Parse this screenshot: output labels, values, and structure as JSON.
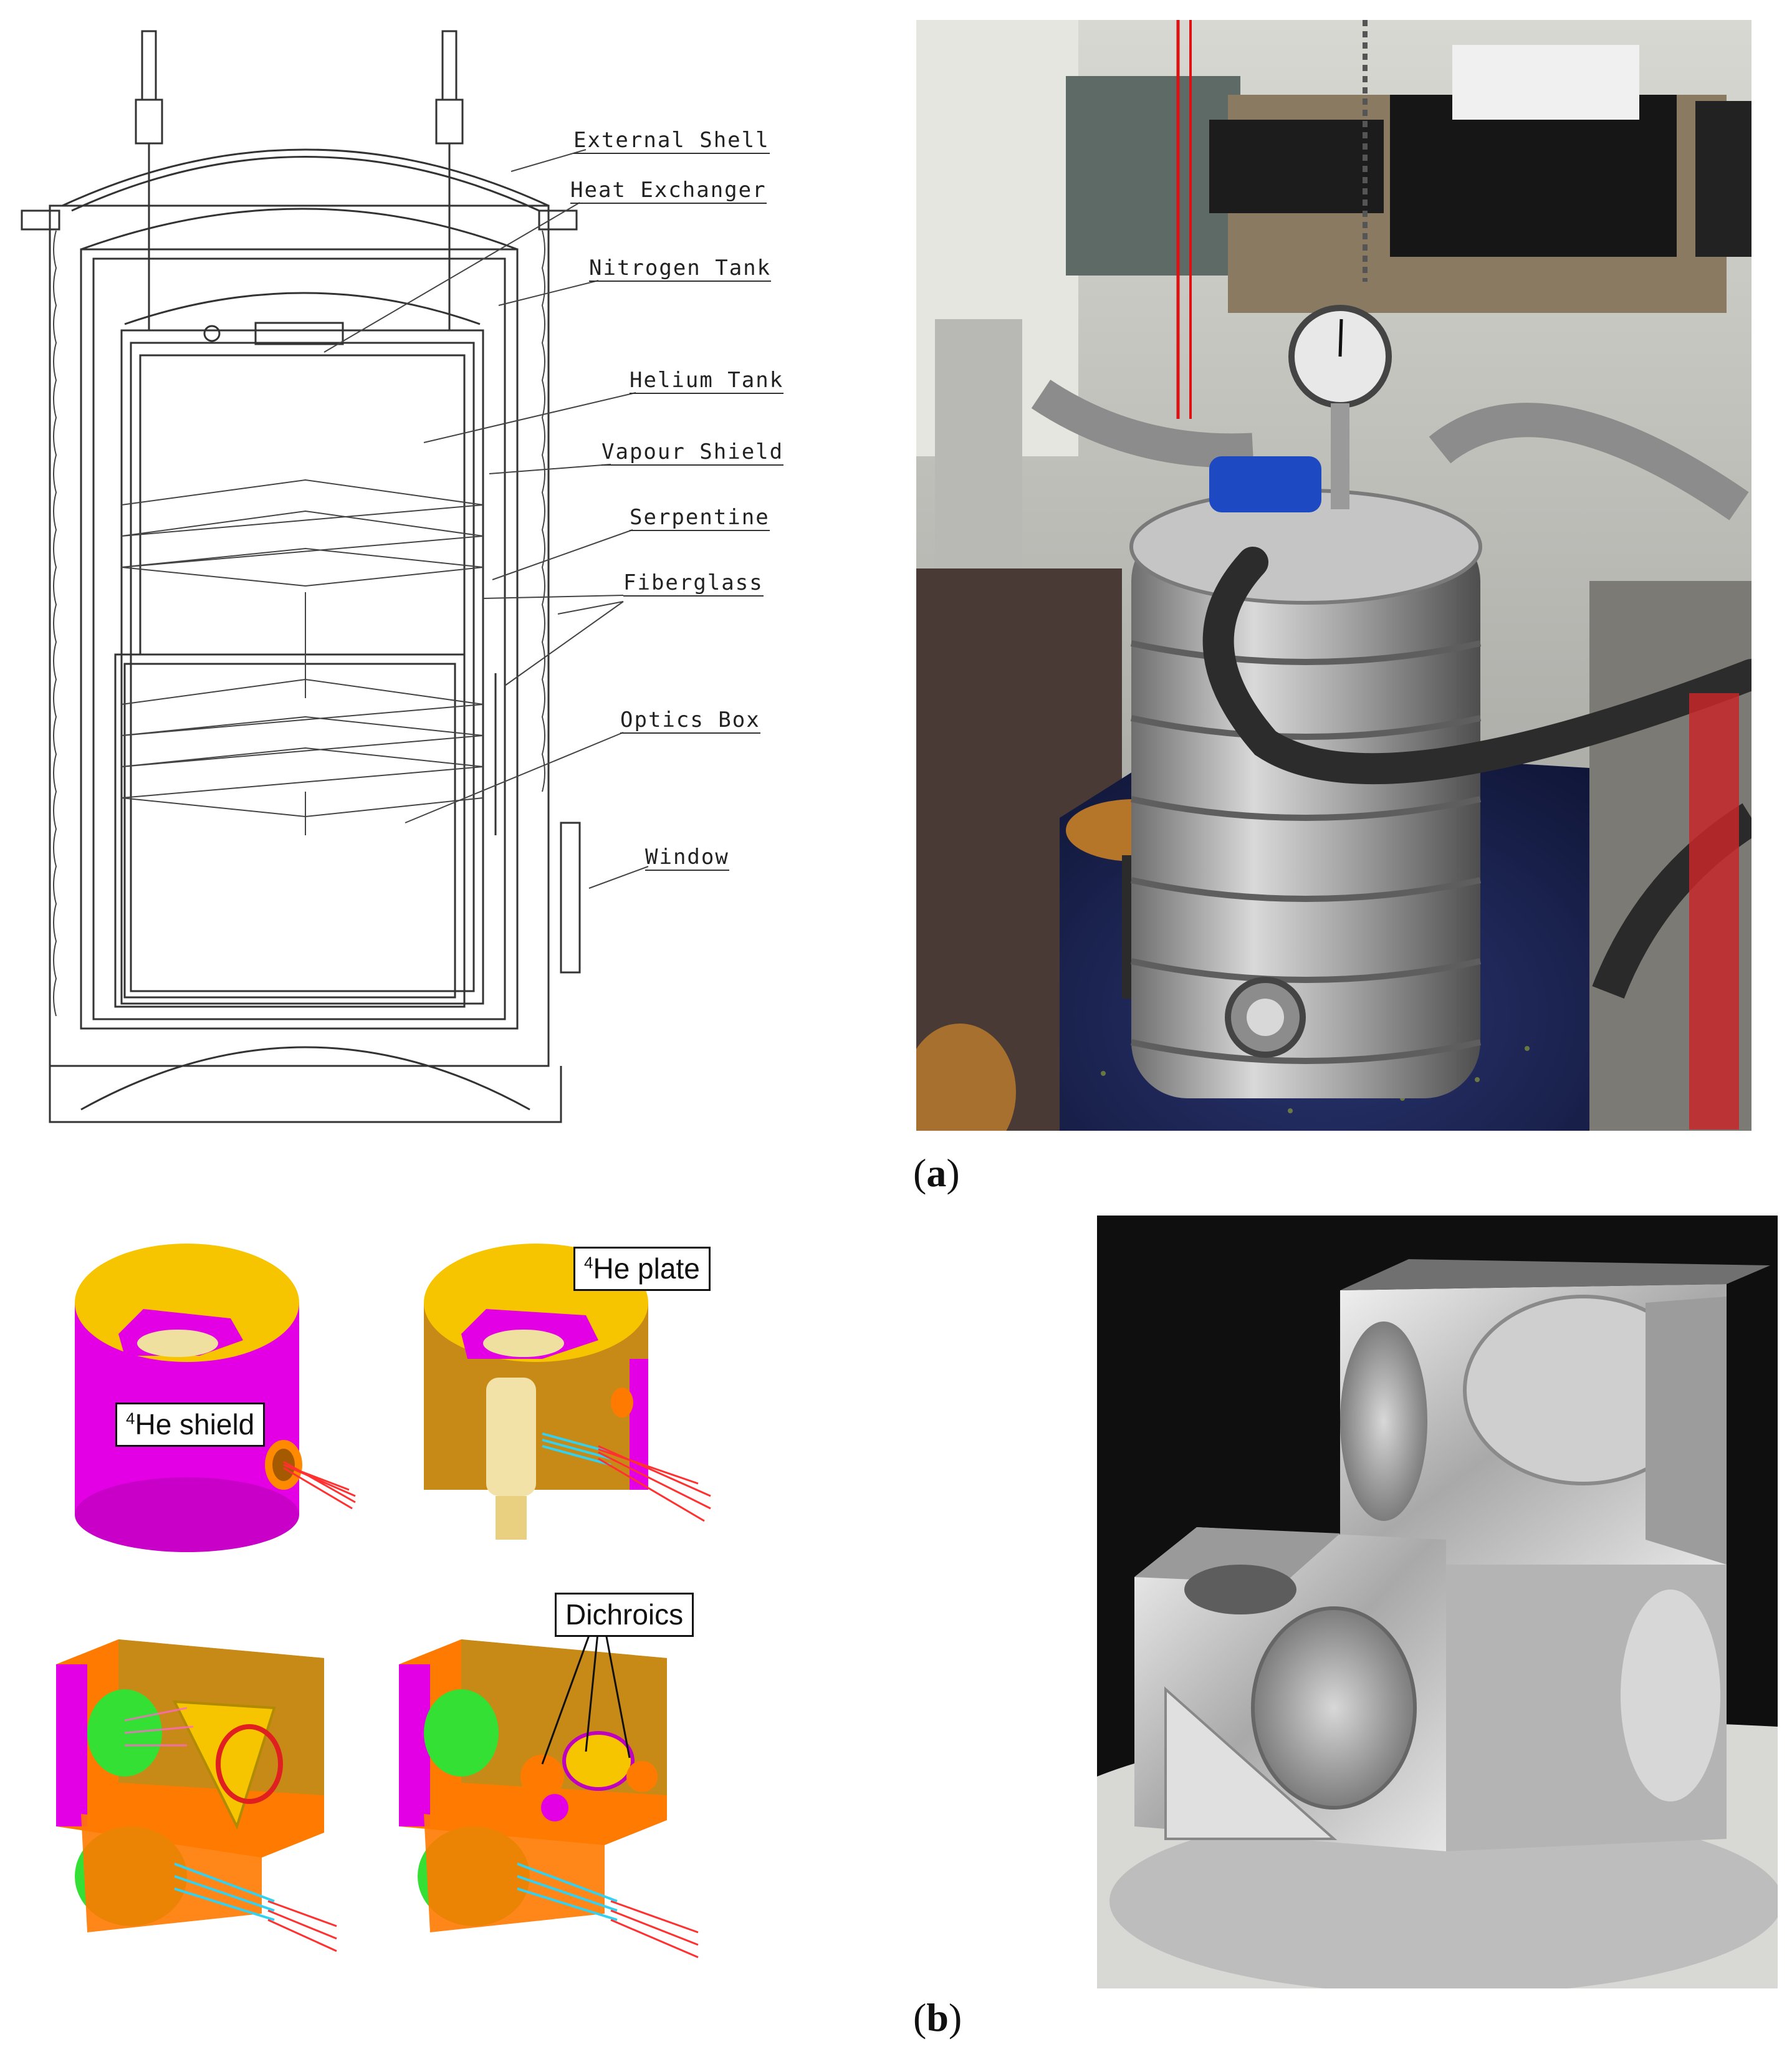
{
  "schematic": {
    "labels": [
      "External Shell",
      "Heat Exchanger",
      "Nitrogen Tank",
      "Helium Tank",
      "Vapour Shield",
      "Serpentine",
      "Fiberglass",
      "Optics Box",
      "Window"
    ]
  },
  "cad_tags": {
    "he_plate_sup": "4",
    "he_plate": "He plate",
    "he_shield_sup": "4",
    "he_shield": "He shield",
    "dichroics": "Dichroics"
  },
  "captions": {
    "a": "a",
    "b": "b"
  },
  "colors": {
    "magenta": "#e400e4",
    "gold": "#f7c400",
    "orange": "#ff7a00",
    "green": "#33e033",
    "cyan": "#33d0f0",
    "red": "#ff3030"
  }
}
